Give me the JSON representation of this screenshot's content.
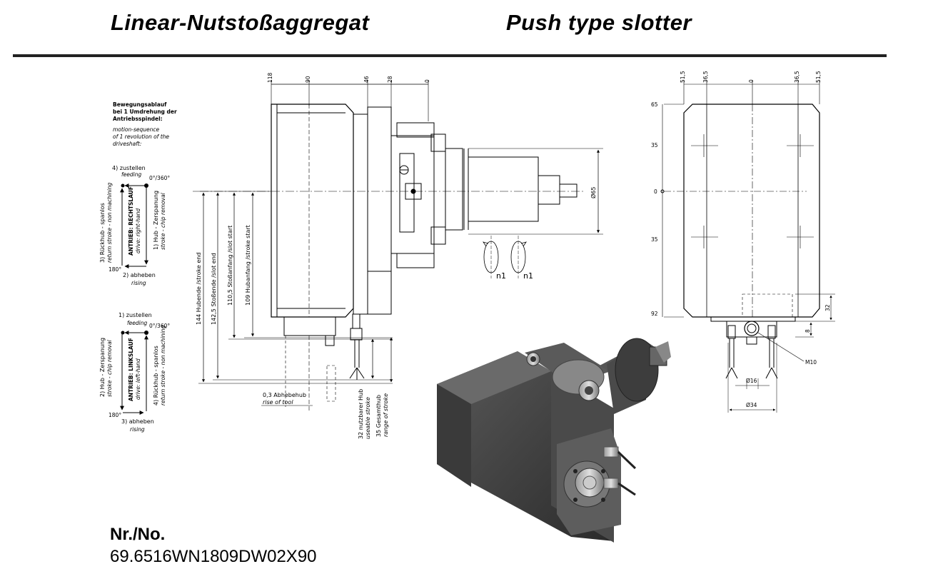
{
  "header": {
    "title_de": "Linear-Nutstoßaggregat",
    "title_en": "Push type slotter"
  },
  "motion": {
    "heading_de_1": "Bewegungsablauf",
    "heading_de_2": "bei 1 Umdrehung der",
    "heading_de_3": "Antriebsspindel:",
    "heading_en_1": "motion-sequence",
    "heading_en_2": "of 1 revolution of the",
    "heading_en_3": "driveshaft:",
    "right": {
      "step4_de": "4) zustellen",
      "step4_en": "feeding",
      "deg0": "0°/360°",
      "deg180": "180°",
      "step2_de": "2) abheben",
      "step2_en": "rising",
      "step3_de": "3) Rückhub - spanlos",
      "step3_en": "return stroke - non machining",
      "drive_de": "ANTRIEB: RECHTSLAUF",
      "drive_en": "drive: right-hand",
      "step1_de": "1) Hub - Zerspanung",
      "step1_en": "stroke - chip removal"
    },
    "left": {
      "step1_de": "1) zustellen",
      "step1_en": "feeding",
      "deg0": "0°/360°",
      "deg180": "180°",
      "step3_de": "3) abheben",
      "step3_en": "rising",
      "step2_de": "2) Hub - Zerspanung",
      "step2_en": "stroke - chip removal",
      "drive_de": "ANTRIEB: LINKSLAUF",
      "drive_en": "drive: left-hand",
      "step4_de": "4) Rückhub - spanlos",
      "step4_en": "return stroke - non machining"
    }
  },
  "side_view": {
    "top_dims": [
      "118",
      "90",
      "46",
      "28",
      "0"
    ],
    "dia65": "Ø65",
    "v144": "144 Hubende /stroke end",
    "v1425": "142,5 Stoßende /slot end",
    "v1105": "110,5 Stoßanfang /slot start",
    "v109": "109 Hubanfang /stroke start",
    "abhebehub_de": "0,3 Abhebehub",
    "abhebehub_en": "rise of tool",
    "nutzbar_de": "32 nutzbarer Hub",
    "nutzbar_en": "useable stroke",
    "gesamt_de": "35 Gesamthub",
    "gesamt_en": "range of stroke",
    "n1_a": "n1",
    "n1_b": "n1"
  },
  "front_view": {
    "top_dims": [
      "51,5",
      "36,5",
      "0",
      "36,5",
      "51,5"
    ],
    "left_dims": [
      "65",
      "35",
      "0",
      "35",
      "92"
    ],
    "d32": "32",
    "d8": "8",
    "m10": "M10",
    "d16": "Ø16",
    "d34": "Ø34"
  },
  "article": {
    "label": "Nr./No.",
    "number": "69.6516WN1809DW02X90"
  }
}
